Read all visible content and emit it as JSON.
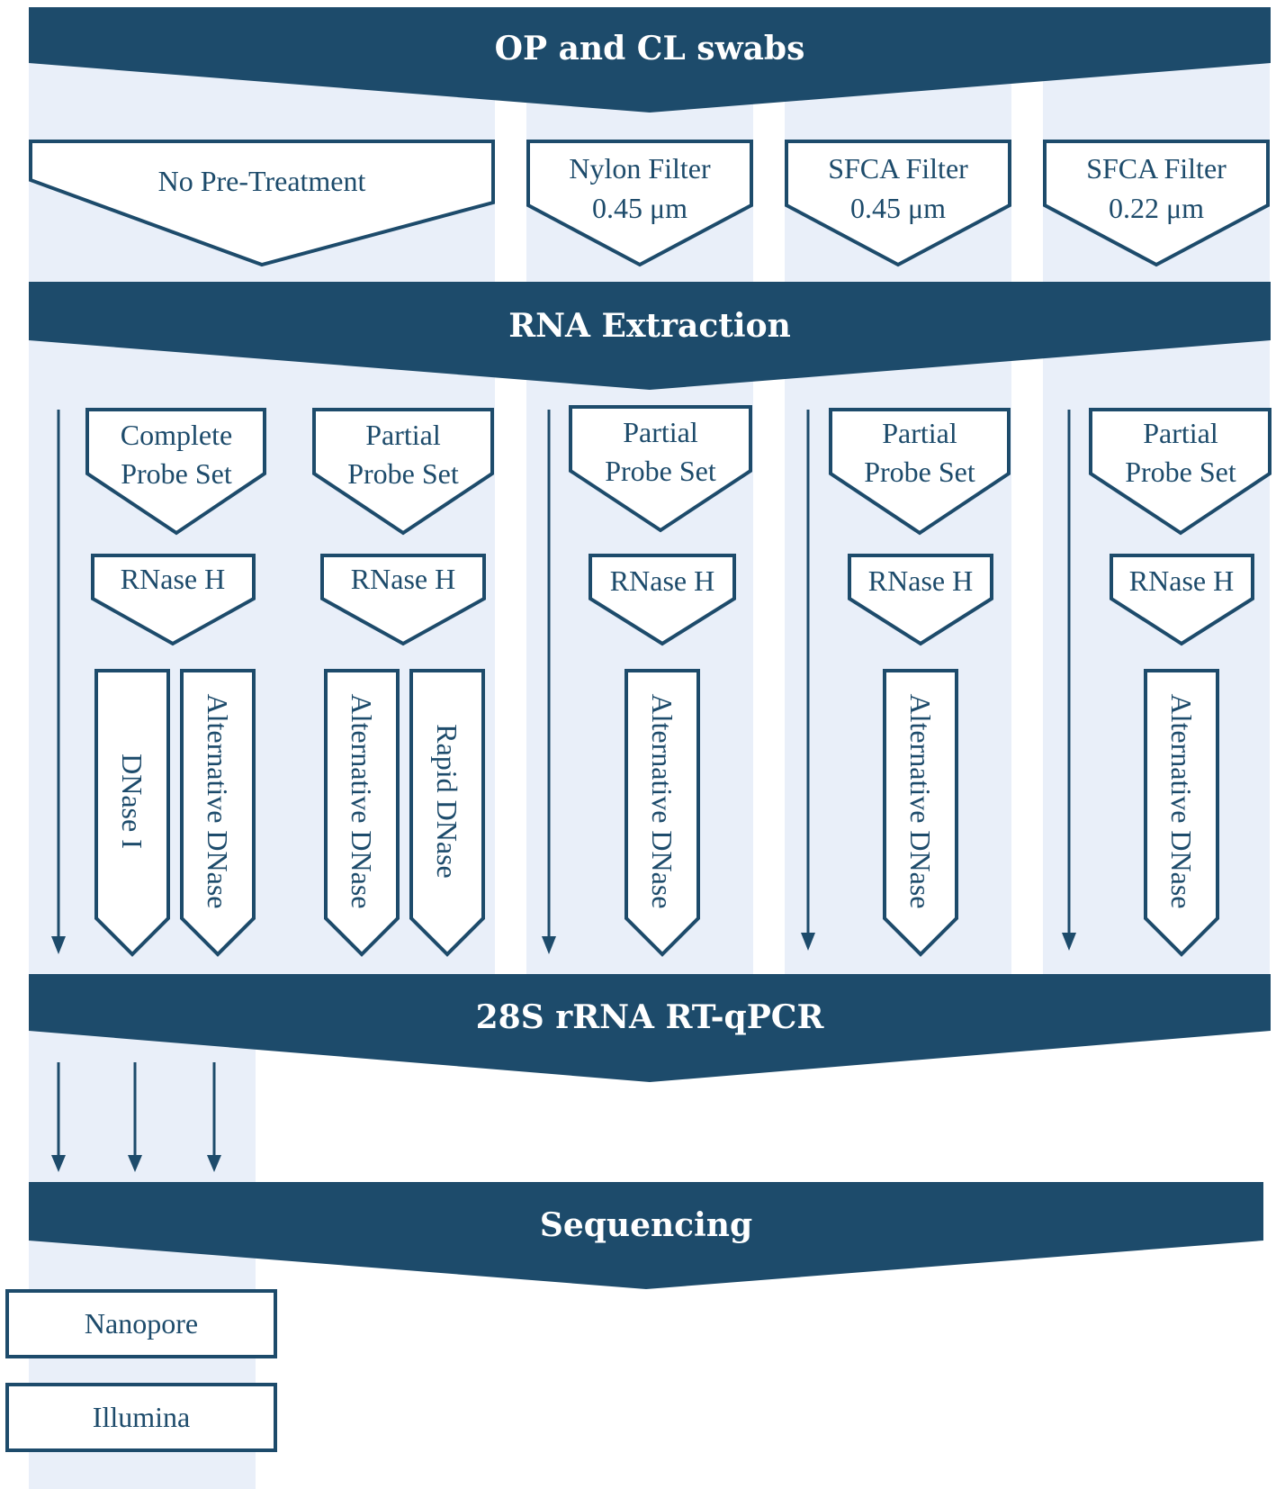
{
  "colors": {
    "accent": "#1d4b6b",
    "lane": "#e9eff9",
    "background": "#ffffff"
  },
  "banners": {
    "swabs": "OP and CL swabs",
    "extraction": "RNA Extraction",
    "rtqpcr": "28S  rRNA  RT-qPCR",
    "sequencing": "Sequencing"
  },
  "pretreatments": [
    {
      "line1": "No Pre-Treatment",
      "line2": ""
    },
    {
      "line1": "Nylon Filter",
      "line2": "0.45 μm"
    },
    {
      "line1": "SFCA Filter",
      "line2": "0.45 μm"
    },
    {
      "line1": "SFCA Filter",
      "line2": "0.22 μm"
    }
  ],
  "probes": [
    {
      "line1": "Complete",
      "line2": "Probe Set"
    },
    {
      "line1": "Partial",
      "line2": "Probe Set"
    },
    {
      "line1": "Partial",
      "line2": "Probe Set"
    },
    {
      "line1": "Partial",
      "line2": "Probe Set"
    },
    {
      "line1": "Partial",
      "line2": "Probe Set"
    }
  ],
  "rnase": [
    "RNase H",
    "RNase H",
    "RNase H",
    "RNase  H",
    "RNase H"
  ],
  "dnase": [
    "DNase I",
    "Alternative DNase",
    "Alternative DNase",
    "Rapid DNase",
    "Alternative DNase",
    "Alternative DNase",
    "Alternative DNase"
  ],
  "sequencing_platforms": [
    "Nanopore",
    "Illumina"
  ]
}
